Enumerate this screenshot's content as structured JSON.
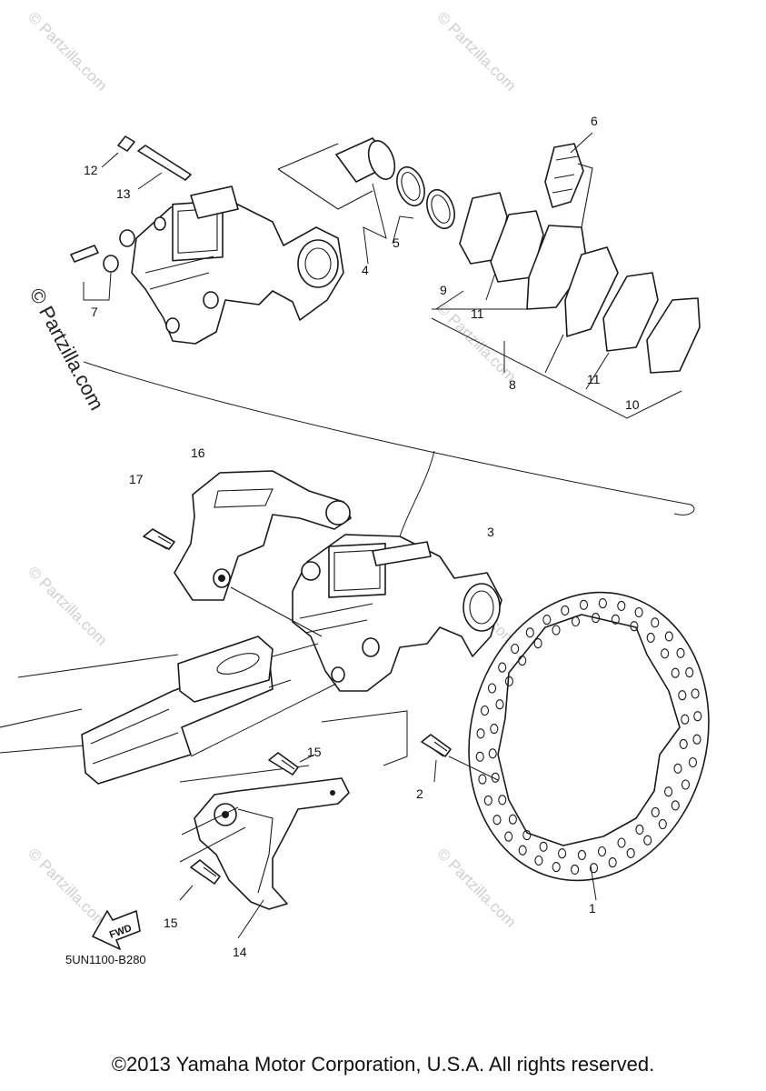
{
  "diagram": {
    "callouts": [
      "1",
      "2",
      "3",
      "4",
      "5",
      "6",
      "7",
      "8",
      "9",
      "10",
      "11",
      "11",
      "12",
      "13",
      "14",
      "15",
      "15",
      "16",
      "17"
    ],
    "diagram_code": "5UN1100-B280",
    "fwd_label": "FWD",
    "watermark": "© Partzilla.com",
    "copyright": "©2013 Yamaha Motor Corporation, U.S.A. All rights reserved."
  }
}
